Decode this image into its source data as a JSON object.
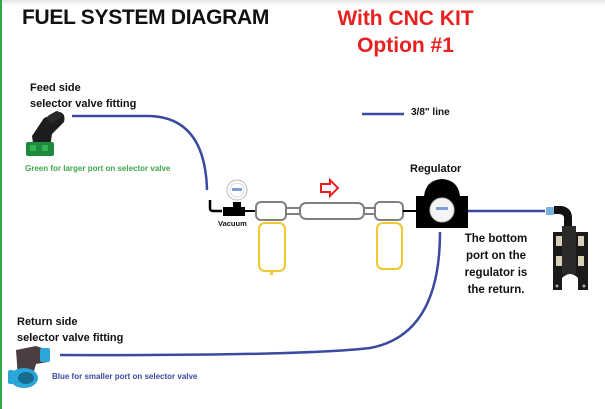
{
  "title": "FUEL SYSTEM DIAGRAM",
  "subtitle": {
    "line1": "With CNC KIT",
    "line2": "Option #1"
  },
  "legend": {
    "line_label": "3/8\" line",
    "line_color": "#3a4aa0"
  },
  "feed_side": {
    "label_line1": "Feed side",
    "label_line2": "selector valve fitting",
    "note": "Green for larger port on selector valve",
    "note_color": "#3ea84c"
  },
  "return_side": {
    "label_line1": "Return side",
    "label_line2": "selector valve fitting",
    "note": "Blue for smaller port on selector valve",
    "note_color": "#3a4aa0"
  },
  "components": {
    "vacuum_label": "Vacuum",
    "regulator_label": "Regulator",
    "return_note_line1": "The bottom",
    "return_note_line2": "port on the",
    "return_note_line3": "regulator is",
    "return_note_line4": "the return."
  },
  "colors": {
    "title": "#111111",
    "subtitle": "#e8201f",
    "flow_arrow": "#e8201f",
    "filter_outline": "#808080",
    "canister_outline": "#f0c830",
    "border": "#2eaa4a"
  }
}
